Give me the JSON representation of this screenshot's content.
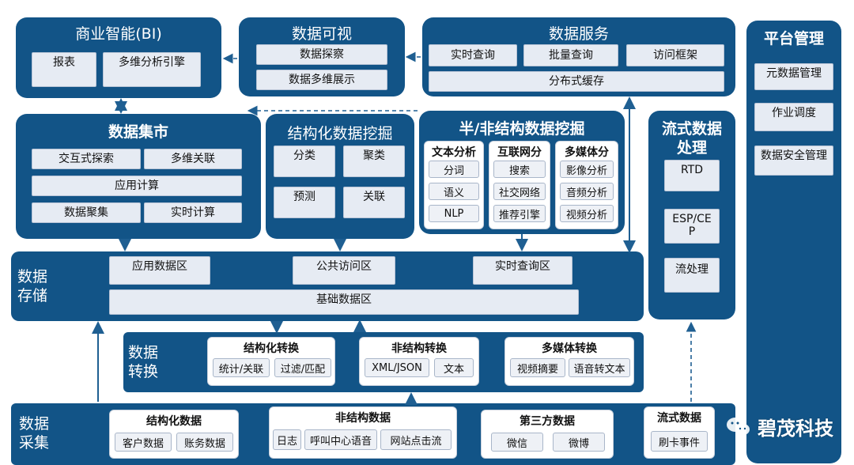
{
  "colors": {
    "block": "#125487",
    "sub": "#e6ebf3",
    "arrow": "#1f5f92"
  },
  "bi": {
    "title": "商业智能(BI)",
    "items": [
      "报表",
      "多维分析引擎"
    ]
  },
  "viz": {
    "title": "数据可视",
    "items": [
      "数据探察",
      "数据多维展示"
    ]
  },
  "svc": {
    "title": "数据服务",
    "items": [
      "实时查询",
      "批量查询",
      "访问框架",
      "分布式缓存"
    ]
  },
  "platform": {
    "title": "平台管理",
    "items": [
      "元数据管理",
      "作业调度",
      "数据安全管理"
    ]
  },
  "mart": {
    "title": "数据集市",
    "items": [
      "交互式探索",
      "多维关联",
      "应用计算",
      "数据聚集",
      "实时计算"
    ]
  },
  "structmine": {
    "title": "结构化数据挖掘",
    "items": [
      "分类",
      "聚类",
      "预测",
      "关联"
    ]
  },
  "semimine": {
    "title": "半/非结构数据挖掘",
    "groups": [
      {
        "title": "文本分析",
        "items": [
          "分词",
          "语义",
          "NLP"
        ]
      },
      {
        "title": "互联网分",
        "items": [
          "搜索",
          "社交网络",
          "推荐引擎"
        ]
      },
      {
        "title": "多媒体分",
        "items": [
          "影像分析",
          "音频分析",
          "视频分析"
        ]
      }
    ]
  },
  "stream": {
    "title_l1": "流式数据",
    "title_l2": "处理",
    "items": [
      "RTD",
      "ESP/CE\nP",
      "流处理"
    ]
  },
  "storage": {
    "title_l1": "数据",
    "title_l2": "存储",
    "items": [
      "应用数据区",
      "公共访问区",
      "实时查询区",
      "基础数据区"
    ]
  },
  "convert": {
    "title_l1": "数据",
    "title_l2": "转换",
    "groups": [
      {
        "title": "结构化转换",
        "items": [
          "统计/关联",
          "过滤/匹配"
        ]
      },
      {
        "title": "非结构转换",
        "items": [
          "XML/JSON",
          "文本"
        ]
      },
      {
        "title": "多媒体转换",
        "items": [
          "视频摘要",
          "语音转文本"
        ]
      }
    ]
  },
  "collect": {
    "title_l1": "数据",
    "title_l2": "采集",
    "groups": [
      {
        "title": "结构化数据",
        "items": [
          "客户数据",
          "账务数据"
        ]
      },
      {
        "title": "非结构数据",
        "items": [
          "日志",
          "呼叫中心语音",
          "网站点击流"
        ]
      },
      {
        "title": "第三方数据",
        "items": [
          "微信",
          "微博"
        ]
      },
      {
        "title": "流式数据",
        "items": [
          "刷卡事件"
        ]
      }
    ]
  },
  "watermark": "碧茂科技"
}
